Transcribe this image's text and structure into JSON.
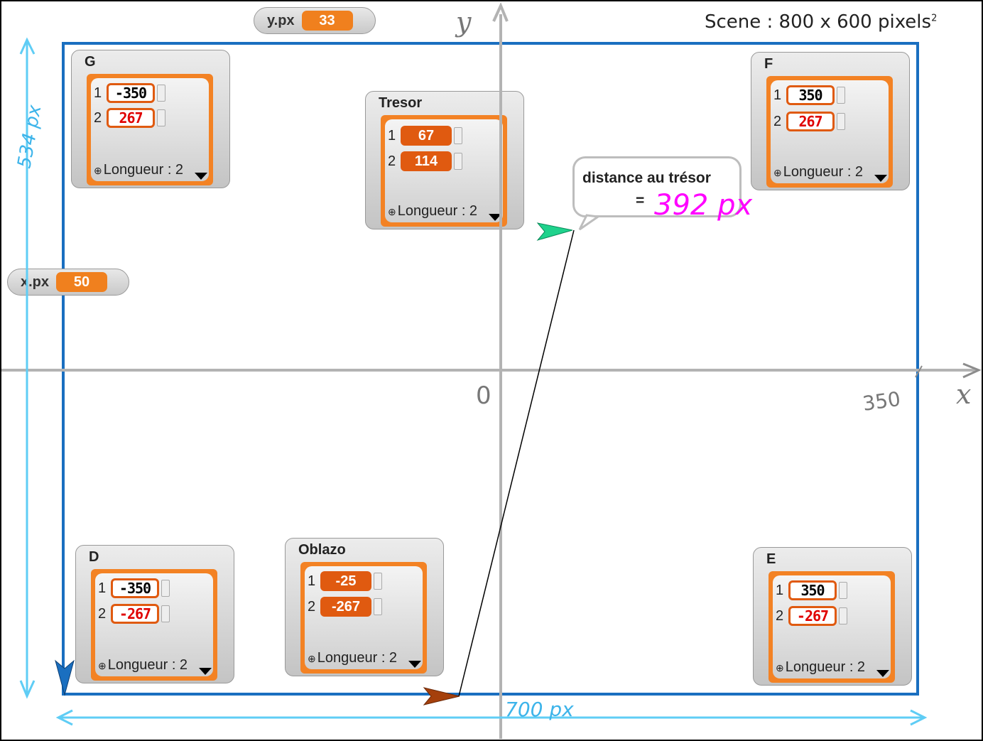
{
  "scene": {
    "label": "Scene : 800 x 600 pixels",
    "unit_sup": "2"
  },
  "watchers": {
    "ypx": {
      "name": "y.px",
      "value": "33"
    },
    "xpx": {
      "name": "x.px",
      "value": "50"
    }
  },
  "lists": {
    "G": {
      "name": "G",
      "rows": [
        {
          "index": "1",
          "value": "-350"
        },
        {
          "index": "2",
          "value": "267"
        }
      ],
      "length": "Longueur : 2"
    },
    "Tresor": {
      "name": "Tresor",
      "rows": [
        {
          "index": "1",
          "value": "67"
        },
        {
          "index": "2",
          "value": "114"
        }
      ],
      "length": "Longueur : 2"
    },
    "F": {
      "name": "F",
      "rows": [
        {
          "index": "1",
          "value": "350"
        },
        {
          "index": "2",
          "value": "267"
        }
      ],
      "length": "Longueur : 2"
    },
    "D": {
      "name": "D",
      "rows": [
        {
          "index": "1",
          "value": "-350"
        },
        {
          "index": "2",
          "value": "-267"
        }
      ],
      "length": "Longueur : 2"
    },
    "Oblazo": {
      "name": "Oblazo",
      "rows": [
        {
          "index": "1",
          "value": "-25"
        },
        {
          "index": "2",
          "value": "-267"
        }
      ],
      "length": "Longueur : 2"
    },
    "E": {
      "name": "E",
      "rows": [
        {
          "index": "1",
          "value": "350"
        },
        {
          "index": "2",
          "value": "-267"
        }
      ],
      "length": "Longueur : 2"
    }
  },
  "bubble": {
    "line1": "distance au trésor",
    "equals": "="
  },
  "annotations": {
    "height": "534 px",
    "width": "700 px",
    "distance": "392 px",
    "y_axis": "y",
    "x_axis": "x",
    "origin": "0",
    "x_tick": "350"
  },
  "colors": {
    "stage_border": "#1a6fc0",
    "annotation_blue": "#5fcdf5",
    "annotation_magenta": "#ff00ff",
    "sprite_green": "#1fd28c",
    "sprite_brown": "#a5400c",
    "sprite_blue": "#1a6fc0",
    "block_orange": "#f0801e"
  }
}
